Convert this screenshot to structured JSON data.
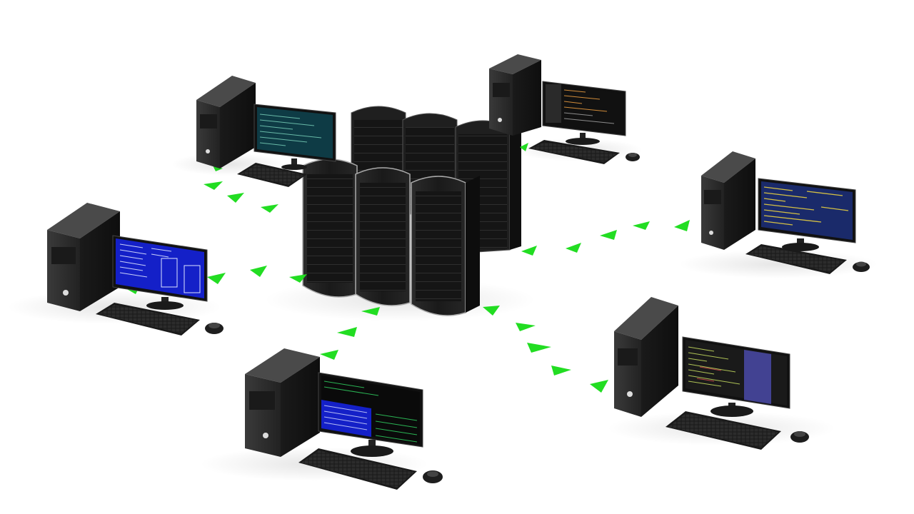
{
  "scene": {
    "background": "#ffffff",
    "arrow_color": "#22dd22",
    "case_color": "#2a2a2a",
    "rack_color": "#1c1c1c"
  },
  "screens": [
    {
      "name": "terminal-teal",
      "bg": "#0e3b45",
      "text": "#7fd9c0"
    },
    {
      "name": "terminal-dark",
      "bg": "#111111",
      "text": "#f0a040"
    },
    {
      "name": "bios-blue",
      "bg": "#1420c8",
      "text": "#dde4ff"
    },
    {
      "name": "log-yellow",
      "bg": "#1a2a6a",
      "text": "#e8d040"
    },
    {
      "name": "split-blue-green",
      "bg": "#0a0a0a",
      "text": "#30d060"
    },
    {
      "name": "code-editor",
      "bg": "#1a1a1a",
      "text": "#c8e060"
    }
  ]
}
